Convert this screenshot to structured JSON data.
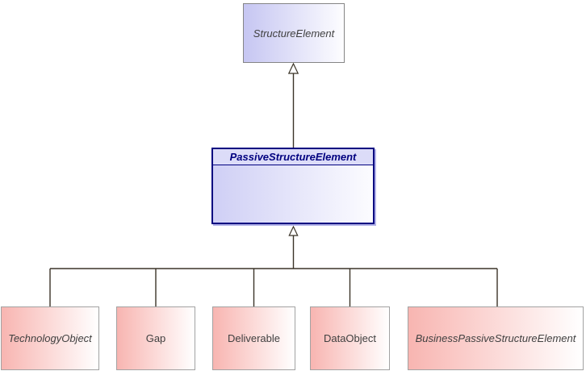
{
  "diagram_type": "uml-class-generalization-diagram",
  "nodes": {
    "structure_element": {
      "label": "StructureElement",
      "abstract": true
    },
    "passive_structure_element": {
      "label": "PassiveStructureElement",
      "abstract": true
    },
    "technology_object": {
      "label": "TechnologyObject",
      "abstract": true
    },
    "gap": {
      "label": "Gap",
      "abstract": false
    },
    "deliverable": {
      "label": "Deliverable",
      "abstract": false
    },
    "data_object": {
      "label": "DataObject",
      "abstract": false
    },
    "business_passive_structure_element": {
      "label": "BusinessPassiveStructureElement",
      "abstract": true
    }
  },
  "relations": [
    {
      "type": "generalization",
      "from": "PassiveStructureElement",
      "to": "StructureElement"
    },
    {
      "type": "generalization",
      "from": "TechnologyObject",
      "to": "PassiveStructureElement"
    },
    {
      "type": "generalization",
      "from": "Gap",
      "to": "PassiveStructureElement"
    },
    {
      "type": "generalization",
      "from": "Deliverable",
      "to": "PassiveStructureElement"
    },
    {
      "type": "generalization",
      "from": "DataObject",
      "to": "PassiveStructureElement"
    },
    {
      "type": "generalization",
      "from": "BusinessPassiveStructureElement",
      "to": "PassiveStructureElement"
    }
  ],
  "colors": {
    "canvas_bg": "#ffffff",
    "connector_color": "#3b3428",
    "label_color": "#404040",
    "gray_border": "#858585",
    "pink_border": "#a2a2a2",
    "pink_grad_start": "#f8b5b1",
    "pink_grad_end": "#ffffff",
    "blue_grad_start": "#c6c6f2",
    "blue_grad_end": "#fdfdff",
    "navy": "#000080",
    "navy_shadow": "#b2b2e8",
    "navy_title_bg": "#dcdcf8",
    "navy_body_grad_start": "#cfcff5",
    "navy_body_grad_end": "#fcfcff"
  }
}
